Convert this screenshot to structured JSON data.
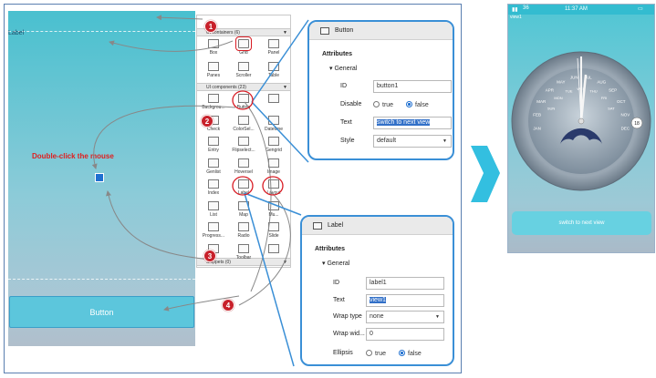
{
  "canvas": {
    "label_text": "Label",
    "button_label": "Button",
    "instruction": "Double-click the mouse"
  },
  "palette": {
    "sections": [
      {
        "title": "UI containers (6)"
      },
      {
        "title": "UI components (23)"
      },
      {
        "title": "Snippets (0)"
      }
    ],
    "containers": [
      "Box",
      "Grid",
      "Panel",
      "Panes",
      "Scroller",
      "Table"
    ],
    "components": [
      "Backgrou...",
      "Button",
      "",
      "Check",
      "ColorSel...",
      "Datetime",
      "Entry",
      "Flipselect...",
      "Gengrid",
      "Genlist",
      "Hoversel",
      "Image",
      "Index",
      "Label",
      "Layout",
      "List",
      "Map",
      "Mu...",
      "Progress...",
      "Radio",
      "Slide",
      "",
      "Toolbar",
      ""
    ]
  },
  "badges": [
    "1",
    "2",
    "3",
    "4"
  ],
  "button_props": {
    "header": "Button",
    "attributes_title": "Attributes",
    "group": "General",
    "id_label": "ID",
    "id_value": "button1",
    "disable_label": "Disable",
    "radio_true": "true",
    "radio_false": "false",
    "text_label": "Text",
    "text_value": "switch to next view",
    "style_label": "Style",
    "style_value": "default"
  },
  "label_props": {
    "header": "Label",
    "attributes_title": "Attributes",
    "group": "General",
    "id_label": "ID",
    "id_value": "label1",
    "text_label": "Text",
    "text_value": "view1",
    "wrap_type_label": "Wrap type",
    "wrap_type_value": "none",
    "wrap_width_label": "Wrap wid...",
    "wrap_width_value": "0",
    "ellipsis_label": "Ellipsis",
    "radio_true": "true",
    "radio_false": "false"
  },
  "phone": {
    "time": "11:37 AM",
    "signal": "36",
    "view_label": "view1",
    "button_label": "switch to next view",
    "months": [
      "JAN",
      "FEB",
      "MAR",
      "APR",
      "MAY",
      "JUN",
      "JUL",
      "AUG",
      "SEP",
      "OCT",
      "NOV",
      "DEC"
    ],
    "weekdays": [
      "SUN",
      "MON",
      "TUE",
      "WED",
      "THU",
      "FRI",
      "SAT"
    ],
    "date_badge": "18"
  },
  "colors": {
    "accent_red": "#c8202a",
    "panel_border": "#3a8fd6",
    "arrow_cyan": "#33bfe0"
  }
}
